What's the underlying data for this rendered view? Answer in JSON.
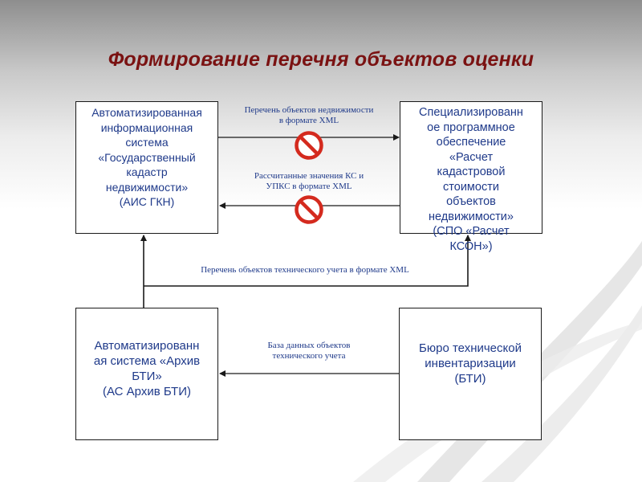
{
  "title": "Формирование перечня объектов оценки",
  "boxes": {
    "ais": {
      "lines": [
        "Автоматизированная",
        "информационная",
        "система",
        "«Государственный",
        "кадастр",
        "недвижимости»",
        "(АИС ГКН)"
      ]
    },
    "spo": {
      "lines": [
        "Специализированн",
        "ое программное",
        "обеспечение",
        "«Расчет",
        "кадастровой",
        "стоимости",
        "объектов",
        "недвижимости»",
        "(СПО «Расчет",
        "КСОН»)"
      ]
    },
    "archive": {
      "lines": [
        "Автоматизированн",
        "ая система «Архив",
        "БТИ»",
        "(АС Архив БТИ)"
      ]
    },
    "bti": {
      "lines": [
        "Бюро технической",
        "инвентаризации",
        "(БТИ)"
      ]
    }
  },
  "connectors": {
    "objects_list_xml": [
      "Перечень объектов недвижимости",
      "в формате XML"
    ],
    "calculated_values_xml": [
      "Рассчитанные значения КС и",
      "УПКС в формате XML"
    ],
    "technical_list_xml": "Перечень объектов технического учета в формате XML",
    "tech_database": [
      "База данных объектов",
      "технического учета"
    ]
  },
  "icons": {
    "prohibited_1": "prohibited-icon",
    "prohibited_2": "prohibited-icon"
  },
  "colors": {
    "title": "#7a1212",
    "box_text": "#1f3a8a",
    "prohibited_red": "#d42a1e"
  }
}
